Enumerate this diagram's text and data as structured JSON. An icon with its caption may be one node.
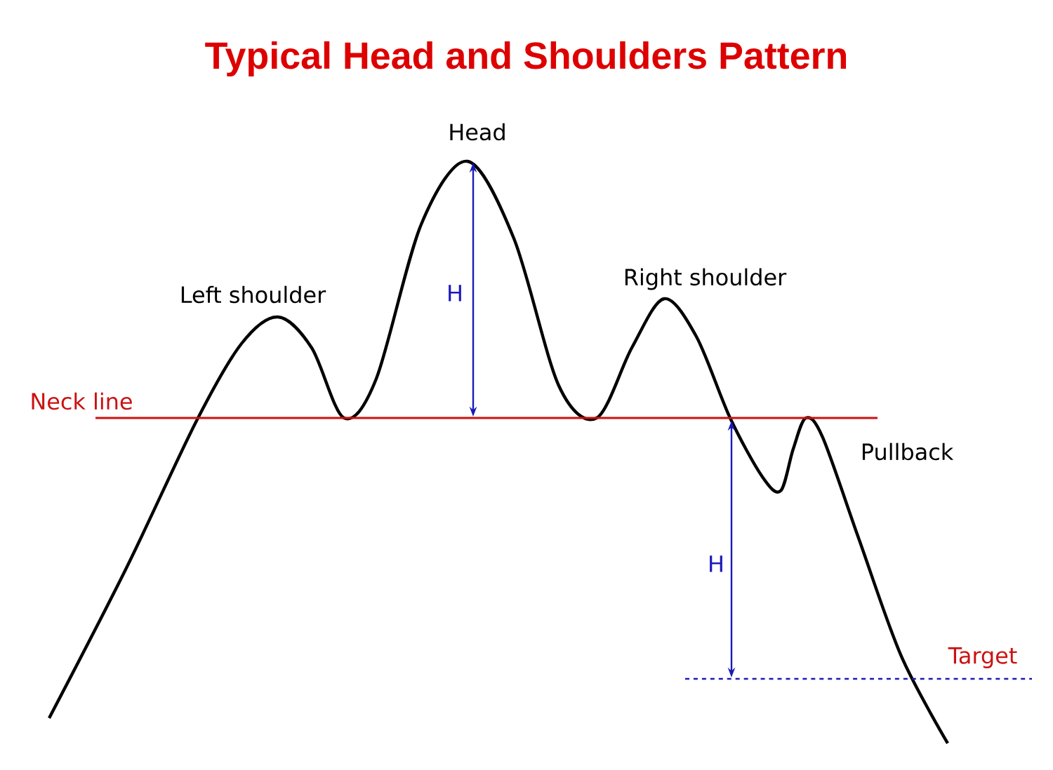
{
  "diagram": {
    "title": "Typical Head and Shoulders Pattern",
    "labels": [
      "Head",
      "Left shoulder",
      "Right shoulder",
      "H",
      "Neck line",
      "Pullback",
      "H",
      "Target"
    ]
  }
}
